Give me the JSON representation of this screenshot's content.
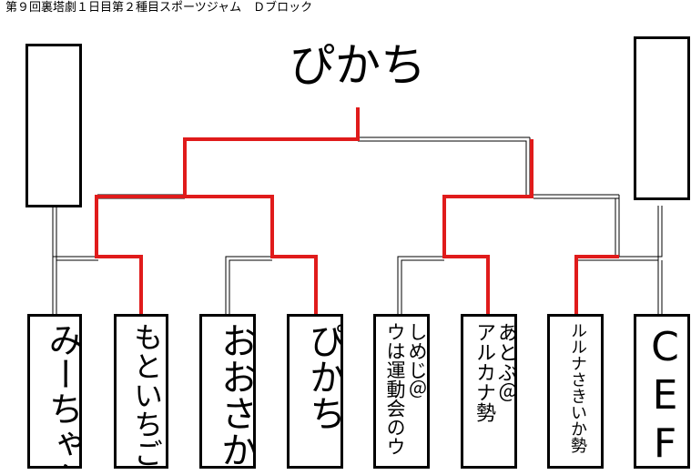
{
  "caption": "第９回裏塔劇１日目第２種目スポーツジャム　Ｄブロック",
  "winner": "ぴかち",
  "entrants": [
    {
      "lines": [
        "みーちゃん"
      ]
    },
    {
      "lines": [
        "もといちご"
      ]
    },
    {
      "lines": [
        "おおさか"
      ]
    },
    {
      "lines": [
        "ぴかち"
      ]
    },
    {
      "lines": [
        "しめじ＠",
        "ウは運動会のウ"
      ]
    },
    {
      "lines": [
        "あとぶ＠",
        "アルカナ勢"
      ]
    },
    {
      "lines": [
        "ルルナさきいか勢"
      ]
    },
    {
      "lines": [
        "CEF"
      ]
    }
  ],
  "colors": {
    "win": "#e01b1b",
    "line": "#000000",
    "fill": "#ffffff"
  }
}
